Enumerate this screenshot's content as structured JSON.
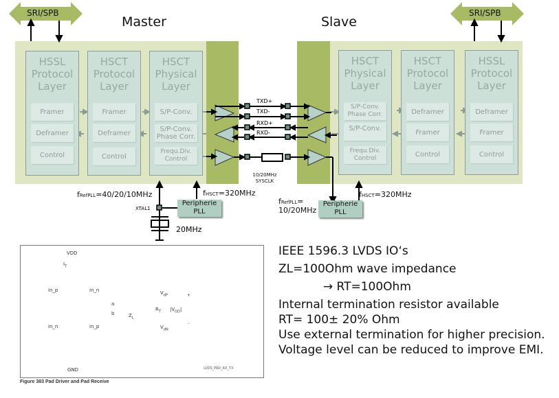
{
  "bus": {
    "left_label": "SRI/SPB",
    "right_label": "SRI/SPB"
  },
  "master": {
    "title": "Master",
    "layers": [
      {
        "title": "HSSL\nProtocol\nLayer",
        "blocks": [
          "Framer",
          "Deframer",
          "Control"
        ]
      },
      {
        "title": "HSCT\nProtocol\nLayer",
        "blocks": [
          "Framer",
          "Deframer",
          "Control"
        ]
      },
      {
        "title": "HSCT\nPhysical\nLayer",
        "blocks": [
          "S/P-Conv.",
          "S/P-Conv.\nPhase Corr.",
          "Frequ.Div.\nControl"
        ]
      }
    ]
  },
  "slave": {
    "title": "Slave",
    "layers": [
      {
        "title": "HSCT\nPhysical\nLayer",
        "blocks": [
          "S/P-Conv.\nPhase Corr.",
          "S/P-Conv.",
          "Frequ.Div.\nControl"
        ]
      },
      {
        "title": "HSCT\nProtocol\nLayer",
        "blocks": [
          "Deframer",
          "Framer",
          "Control"
        ]
      },
      {
        "title": "HSSL\nProtocol\nLayer",
        "blocks": [
          "Deframer",
          "Framer",
          "Control"
        ]
      }
    ]
  },
  "signals": {
    "txd_p": "TXD+",
    "txd_n": "TXD-",
    "rxd_p": "RXD+",
    "rxd_n": "RXD-",
    "sysclk": "10/20MHz\nSYSCLK"
  },
  "clocking": {
    "master_fref_prefix": "f",
    "master_fref_sub": "RefPLL",
    "master_fref_value": "=40/20/10MHz",
    "master_fhsct_prefix": "f",
    "master_fhsct_sub": "HSCT",
    "master_fhsct_value": "=320MHz",
    "slave_fref_prefix": "f",
    "slave_fref_sub": "RefPLL",
    "slave_fref_value": "=\n10/20MHz",
    "slave_fhsct_prefix": "f",
    "slave_fhsct_sub": "HSCT",
    "slave_fhsct_value": "=320MHz",
    "xtal_label": "XTAL1",
    "crystal_freq": "20MHz",
    "pll_master": "Peripherie\nPLL",
    "pll_slave": "Peripherie\nPLL"
  },
  "figure": {
    "caption": "Figure 383  Pad Driver and Pad Receive",
    "id_label": "LVDS_PAD_RX_TX",
    "labels": {
      "vdd": "VDD",
      "gnd": "GND",
      "it": "I",
      "it_sub": "T",
      "in_p": "in_p",
      "in_n": "in_n",
      "a": "a",
      "b": "b",
      "zl": "Z",
      "zl_sub": "L",
      "rt": "R",
      "rt_sub": "T",
      "vdp": "V",
      "vdp_sub": "dP",
      "vdn": "V",
      "vdn_sub": "dN",
      "vod": "|V",
      "vod_sub": "OD",
      "vod_end": "|",
      "plus": "+",
      "minus": "-"
    }
  },
  "notes": [
    "IEEE 1596.3 LVDS IO‘s",
    "ZL=100Ohm wave impedance",
    "            → RT=100Ohm",
    "Internal termination resistor available",
    "RT= 100± 20% Ohm",
    "Use external termination for higher precision.",
    "Voltage level can be reduced to improve EMI."
  ],
  "colors": {
    "panel": "#dfe6c4",
    "pad_zone": "#a8bb64",
    "layer": "#cde0d8",
    "bus_arrow": "#a8bb64",
    "pll": "#afcfc3"
  }
}
